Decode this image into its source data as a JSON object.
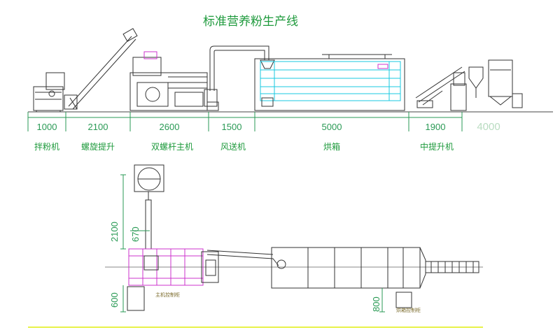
{
  "title": "标准营养粉生产线",
  "side_view": {
    "dimensions": [
      "1000",
      "2100",
      "2600",
      "1500",
      "5000",
      "1900",
      "4000"
    ],
    "labels": [
      "拌粉机",
      "螺旋提升",
      "双螺杆主机",
      "风送机",
      "烘箱",
      "中提升机"
    ]
  },
  "plan_view": {
    "dimensions": {
      "vertical_2100": "2100",
      "width_670": "670",
      "vertical_600": "600",
      "vertical_800": "800"
    },
    "labels": {
      "main_cabinet": "主机控制柜",
      "dryer_cabinet": "烘箱控制柜"
    }
  },
  "colors": {
    "title": "#1e9a3c",
    "dimension": "#2a9a55",
    "machine_outline": "#333333",
    "cyan": "#19c8e0",
    "magenta": "#cc33cc",
    "yellow_line": "#e8f24a"
  }
}
